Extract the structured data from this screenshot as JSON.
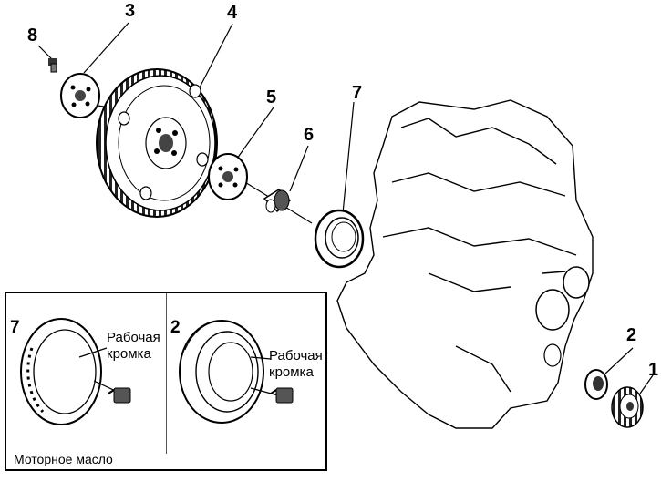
{
  "callouts": {
    "c1": "1",
    "c2": "2",
    "c3": "3",
    "c4": "4",
    "c5": "5",
    "c6": "6",
    "c7": "7",
    "c8": "8"
  },
  "inset": {
    "left_panel": {
      "callout": "7",
      "label_line1": "Рабочая",
      "label_line2": "кромка"
    },
    "right_panel": {
      "callout": "2",
      "label_line1": "Рабочая",
      "label_line2": "кромка"
    },
    "footer": "Моторное масло"
  }
}
